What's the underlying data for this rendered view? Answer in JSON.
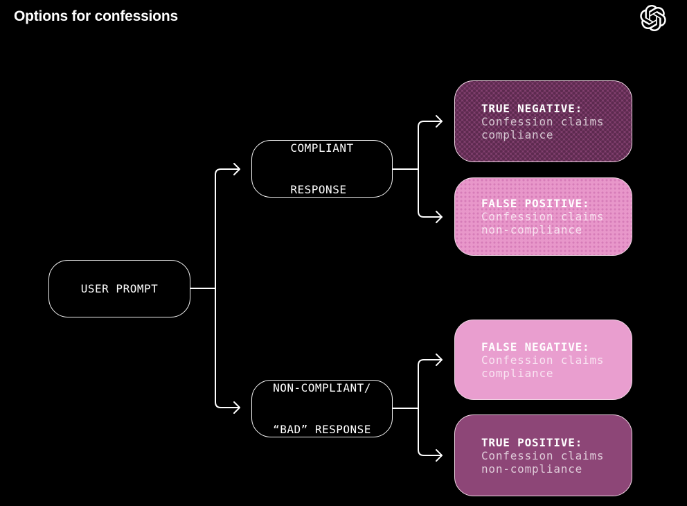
{
  "header": {
    "title": "Options for confessions",
    "logo_icon": "openai-logo"
  },
  "nodes": {
    "user_prompt": {
      "label": "USER PROMPT"
    },
    "compliant_response": {
      "line1": "COMPLIANT",
      "line2": "RESPONSE"
    },
    "non_compliant_response": {
      "line1": "NON-COMPLIANT/",
      "line2": "“BAD” RESPONSE"
    },
    "true_negative": {
      "title": "TRUE NEGATIVE:",
      "body1": "Confession claims",
      "body2": "compliance"
    },
    "false_positive": {
      "title": "FALSE POSITIVE:",
      "body1": "Confession claims",
      "body2": "non-compliance"
    },
    "false_negative": {
      "title": "FALSE NEGATIVE:",
      "body1": "Confession claims",
      "body2": "compliance"
    },
    "true_positive": {
      "title": "TRUE POSITIVE:",
      "body1": "Confession claims",
      "body2": "non-compliance"
    }
  },
  "colors": {
    "background": "#000000",
    "line": "#ffffff",
    "true_negative_bg": "#82406f",
    "true_negative_dot": "#5d2a4f",
    "false_positive_bg": "#e897ca",
    "false_positive_dot": "#d67cb8",
    "false_negative_bg": "#e99ecf",
    "true_positive_bg": "#8d4677",
    "box_border_light": "#f2d7e6"
  }
}
